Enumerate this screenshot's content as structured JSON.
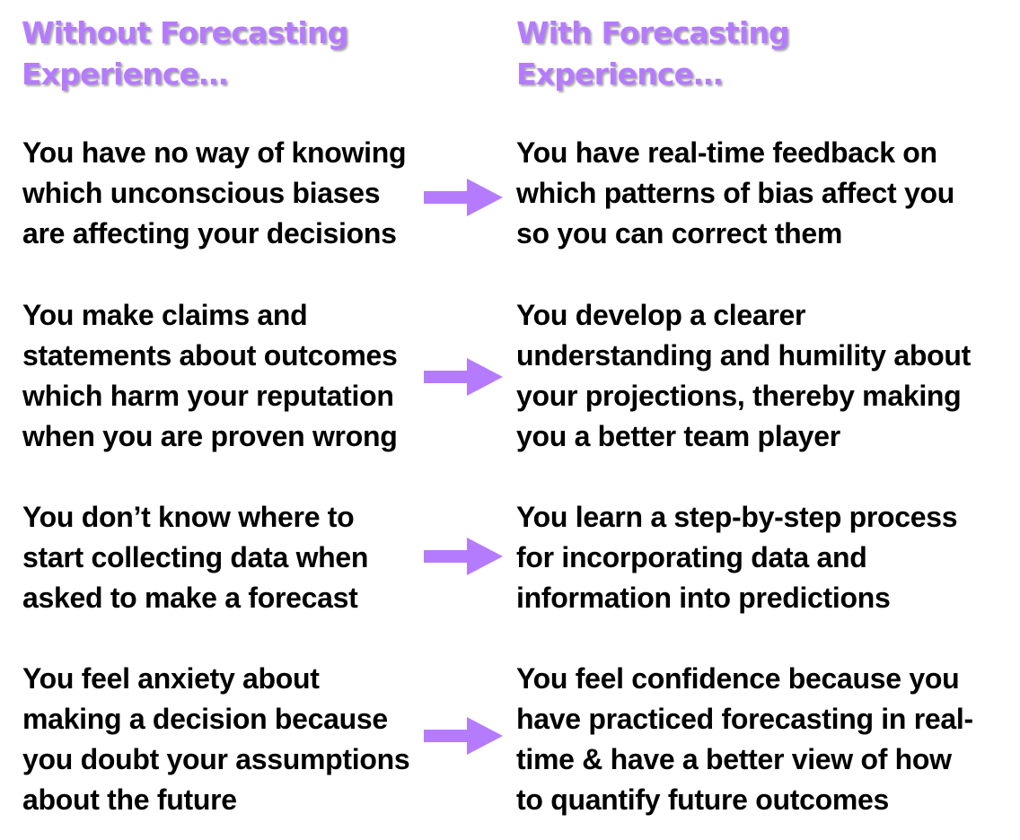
{
  "headings": {
    "left": [
      "Without Forecasting",
      "Experience…"
    ],
    "right": [
      "With Forecasting",
      "Experience…"
    ]
  },
  "rows": [
    {
      "without": [
        "You have no way of knowing",
        "which unconscious biases",
        "are affecting your decisions"
      ],
      "with": [
        "You have real-time feedback on",
        "which patterns of bias affect you",
        "so you can correct them"
      ]
    },
    {
      "without": [
        "You make claims and",
        "statements about outcomes",
        "which harm your reputation",
        "when you are proven wrong"
      ],
      "with": [
        "You develop a clearer",
        "understanding and humility about",
        "your projections, thereby making",
        "you a better team player"
      ]
    },
    {
      "without": [
        "You don’t know where to",
        "start collecting data when",
        "asked to make a forecast"
      ],
      "with": [
        "You learn a step-by-step process",
        "for incorporating data and",
        "information into predictions"
      ]
    },
    {
      "without": [
        "You feel anxiety about",
        "making a decision because",
        "you doubt your assumptions",
        "about the future"
      ],
      "with": [
        "You feel confidence because you",
        "have practiced forecasting in real-",
        "time & have a better view of how",
        "to quantify future outcomes"
      ]
    }
  ],
  "icons": {
    "arrow": "arrow-right-icon"
  },
  "colors": {
    "heading": "#b57bff",
    "arrow": "#b57bff",
    "text": "#000000"
  }
}
